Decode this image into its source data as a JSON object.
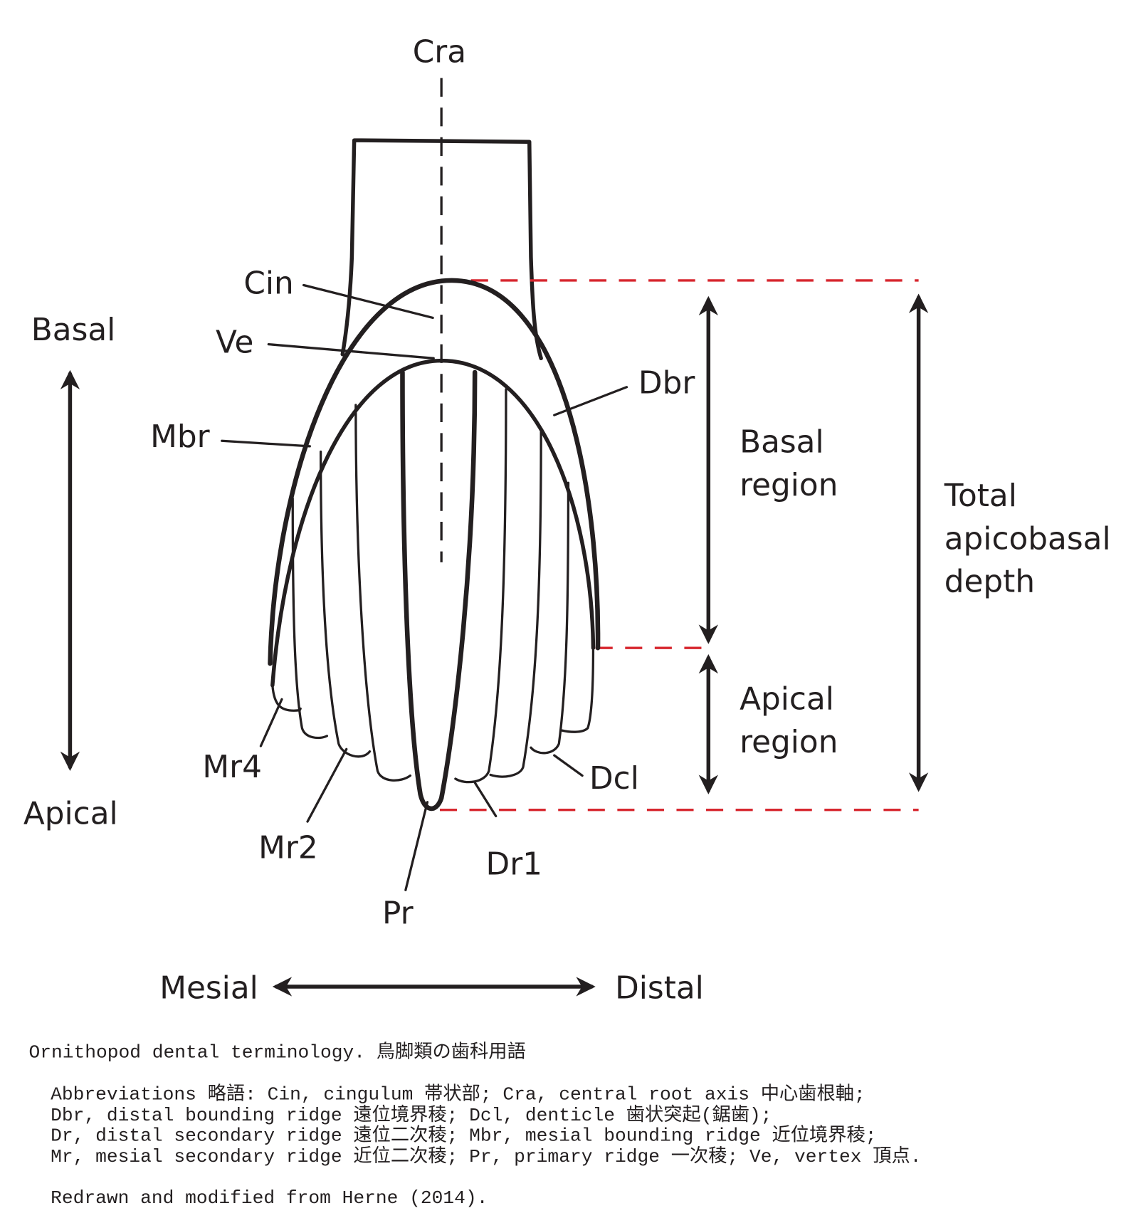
{
  "labels": {
    "cra": "Cra",
    "cin": "Cin",
    "ve": "Ve",
    "mbr": "Mbr",
    "dbr": "Dbr",
    "mr4": "Mr4",
    "mr2": "Mr2",
    "pr": "Pr",
    "dr1": "Dr1",
    "dcl": "Dcl",
    "basal": "Basal",
    "apical": "Apical",
    "mesial": "Mesial",
    "distal": "Distal",
    "basal_region": [
      "Basal",
      "region"
    ],
    "apical_region": [
      "Apical",
      "region"
    ],
    "total_depth": [
      "Total",
      "apicobasal",
      "depth"
    ]
  },
  "caption": {
    "title": "Ornithopod dental terminology. 鳥脚類の歯科用語",
    "abbreviations": [
      "Abbreviations 略語: Cin, cingulum 帯状部; Cra, central root axis 中心歯根軸;",
      "Dbr, distal bounding ridge 遠位境界稜; Dcl, denticle 歯状突起(鋸歯);",
      "Dr, distal secondary ridge 遠位二次稜; Mbr, mesial bounding ridge 近位境界稜;",
      "Mr, mesial secondary ridge 近位二次稜; Pr, primary ridge 一次稜; Ve, vertex 頂点."
    ],
    "source": "Redrawn and modified from Herne (2014)."
  },
  "colors": {
    "ink": "#231f20",
    "guide": "#d7262e"
  }
}
